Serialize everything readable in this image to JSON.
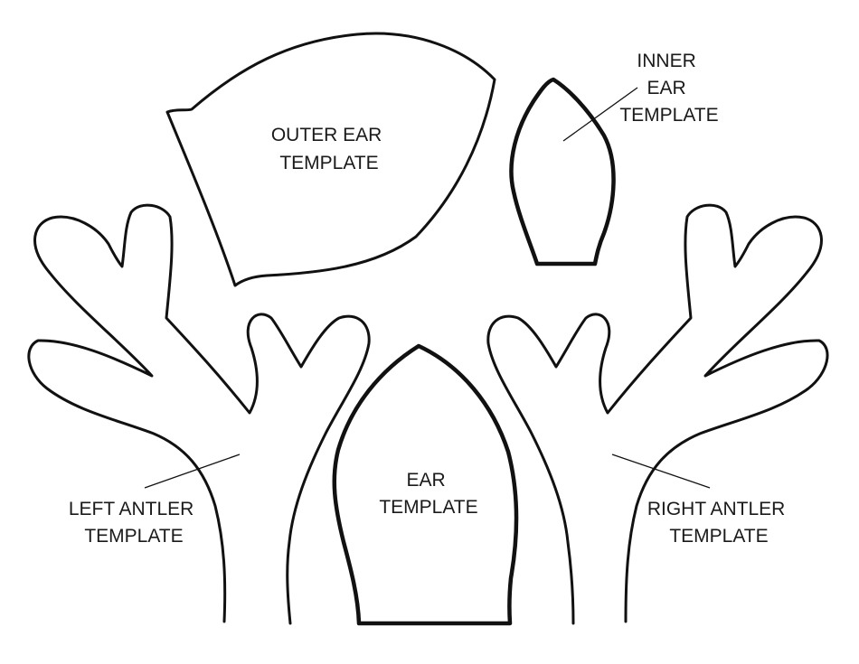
{
  "labels": {
    "outer_ear": [
      "OUTER EAR",
      "TEMPLATE"
    ],
    "inner_ear": [
      "INNER",
      "EAR",
      "TEMPLATE"
    ],
    "ear": [
      "EAR",
      "TEMPLATE"
    ],
    "left_antler": [
      "LEFT ANTLER",
      "TEMPLATE"
    ],
    "right_antler": [
      "RIGHT ANTLER",
      "TEMPLATE"
    ]
  },
  "colors": {
    "stroke": "#111111",
    "text": "#1a1a1a",
    "background": "#ffffff"
  }
}
